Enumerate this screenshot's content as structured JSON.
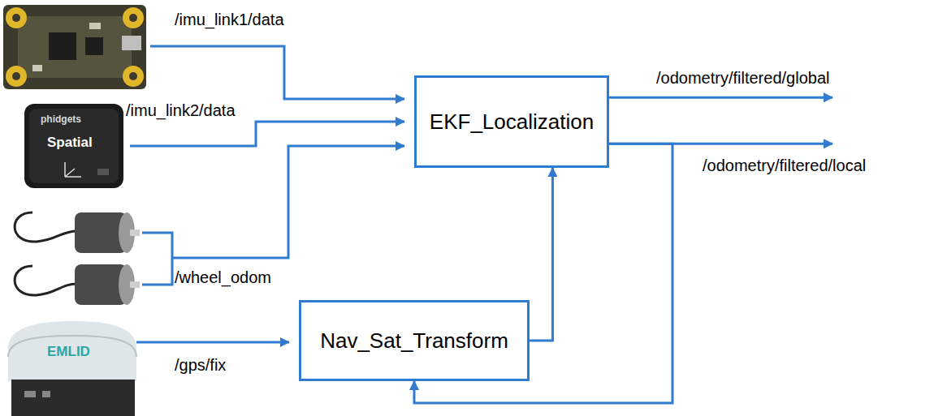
{
  "diagram": {
    "nodes": [
      {
        "text": [
          "EKF_Localization"
        ]
      },
      {
        "text": [
          "Nav_Sat_Transform"
        ]
      }
    ],
    "edges": [
      {
        "from": 1,
        "to": 0,
        "arrow": "to"
      },
      {
        "from": 0,
        "to": 1,
        "arrow": "to"
      }
    ],
    "labels": [
      "/imu_link1/data",
      "/imu_link2/data",
      "/wheel_odom",
      "/gps/fix",
      "/odometry/filtered/global",
      "/odometry/filtered/local",
      "phidgets",
      "Spatial",
      "EMLID"
    ]
  }
}
